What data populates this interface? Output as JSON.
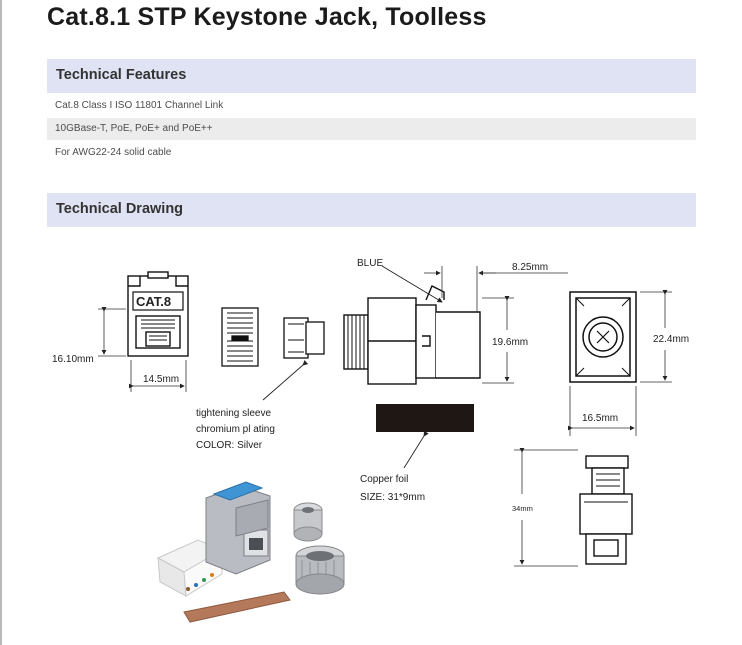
{
  "title": "Cat.8.1 STP Keystone Jack, Toolless",
  "features": {
    "heading": "Technical Features",
    "items": [
      "Cat.8 Class I ISO 11801 Channel Link",
      "10GBase-T, PoE, PoE+ and PoE++",
      "For AWG22-24 solid cable"
    ]
  },
  "drawing": {
    "heading": "Technical Drawing",
    "jack_front_label": "CAT.8",
    "dim_height_front": "16.10mm",
    "dim_width_front": "14.5mm",
    "sleeve_line1": "tightening sleeve",
    "sleeve_line2": "chromium pl    ating",
    "sleeve_line3": "COLOR: Silver",
    "blue_label": "BLUE",
    "dim_top_side": "8.25mm",
    "dim_height_side": "19.6mm",
    "dim_height_back": "22.4mm",
    "dim_width_back": "16.5mm",
    "foil_line1": "Copper foil",
    "foil_line2": "SIZE: 31*9mm",
    "dim_length": "34mm"
  },
  "colors": {
    "section_bar": "#dfe3f3",
    "row_alt": "#ececec",
    "foil": "#1e1714",
    "jack_blue": "#3f95d4"
  }
}
